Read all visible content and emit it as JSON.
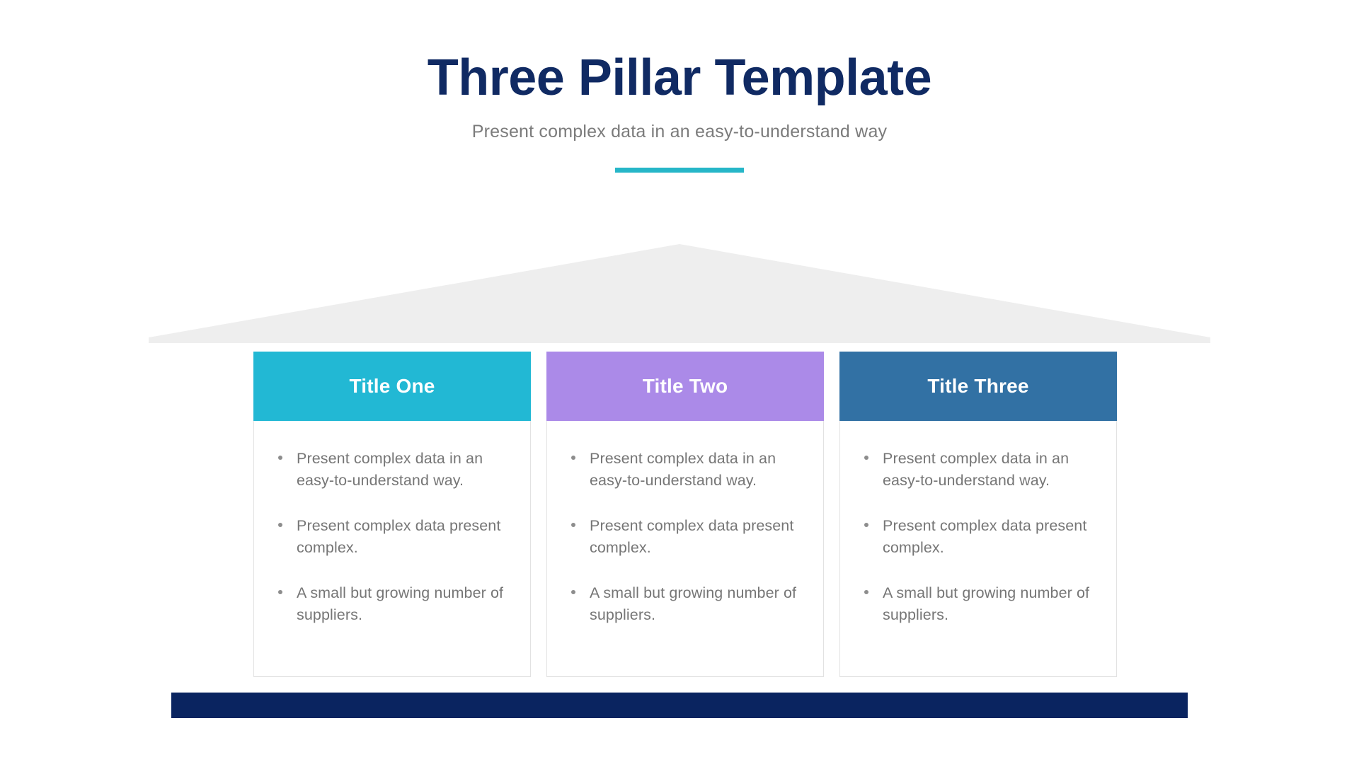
{
  "header": {
    "title": "Three Pillar Template",
    "subtitle": "Present complex data in an easy-to-understand way",
    "accent_color": "#26b6c8"
  },
  "structure": {
    "roof_color": "#eeeeee",
    "roof_name": "pediment-roof",
    "base_color": "#0a2460",
    "base_name": "foundation-bar"
  },
  "pillars": [
    {
      "title": "Title One",
      "header_color": "#22b8d4",
      "bullets": [
        "Present complex data in an easy-to-understand way.",
        "Present complex data present complex.",
        "A small but growing number of suppliers."
      ]
    },
    {
      "title": "Title Two",
      "header_color": "#ab8ae8",
      "bullets": [
        "Present complex data in an easy-to-understand way.",
        "Present complex data present complex.",
        "A small but growing number of suppliers."
      ]
    },
    {
      "title": "Title Three",
      "header_color": "#3271a4",
      "bullets": [
        "Present complex data in an easy-to-understand way.",
        "Present complex data present complex.",
        "A small but growing number of suppliers."
      ]
    }
  ],
  "theme": {
    "title_color": "#102a63",
    "subtitle_color": "#7b7b7b",
    "body_text_color": "#767676",
    "card_border_color": "#e2e2e2",
    "background": "#ffffff"
  }
}
